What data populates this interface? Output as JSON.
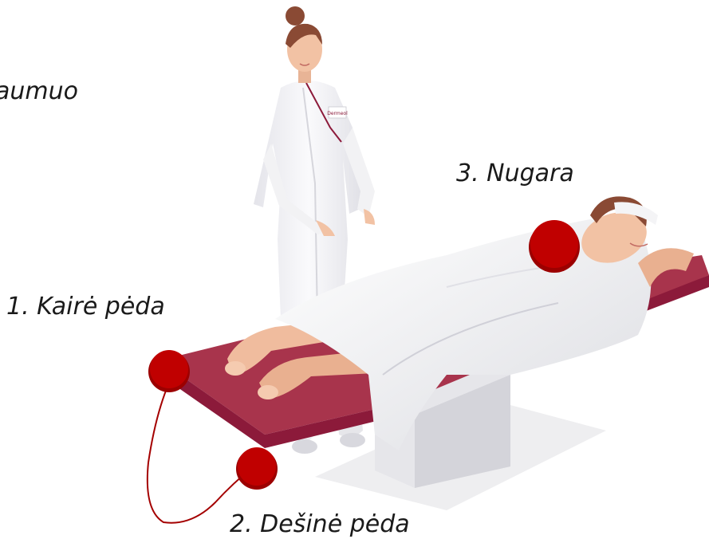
{
  "labels": {
    "clipped": "aumuo",
    "back": "3. Nugara",
    "left_foot": "1. Kairė pėda",
    "right_foot": "2. Dešinė pėda"
  },
  "badge_text": "Dermeol",
  "colors": {
    "marker": "#c00000",
    "table_top": "#a8344c",
    "table_side": "#8c1a3a",
    "sheet": "#f0f0f2",
    "skin": "#f2c2a4",
    "hair": "#8a4a34",
    "coat": "#f6f6f8",
    "wire": "#a40000"
  }
}
